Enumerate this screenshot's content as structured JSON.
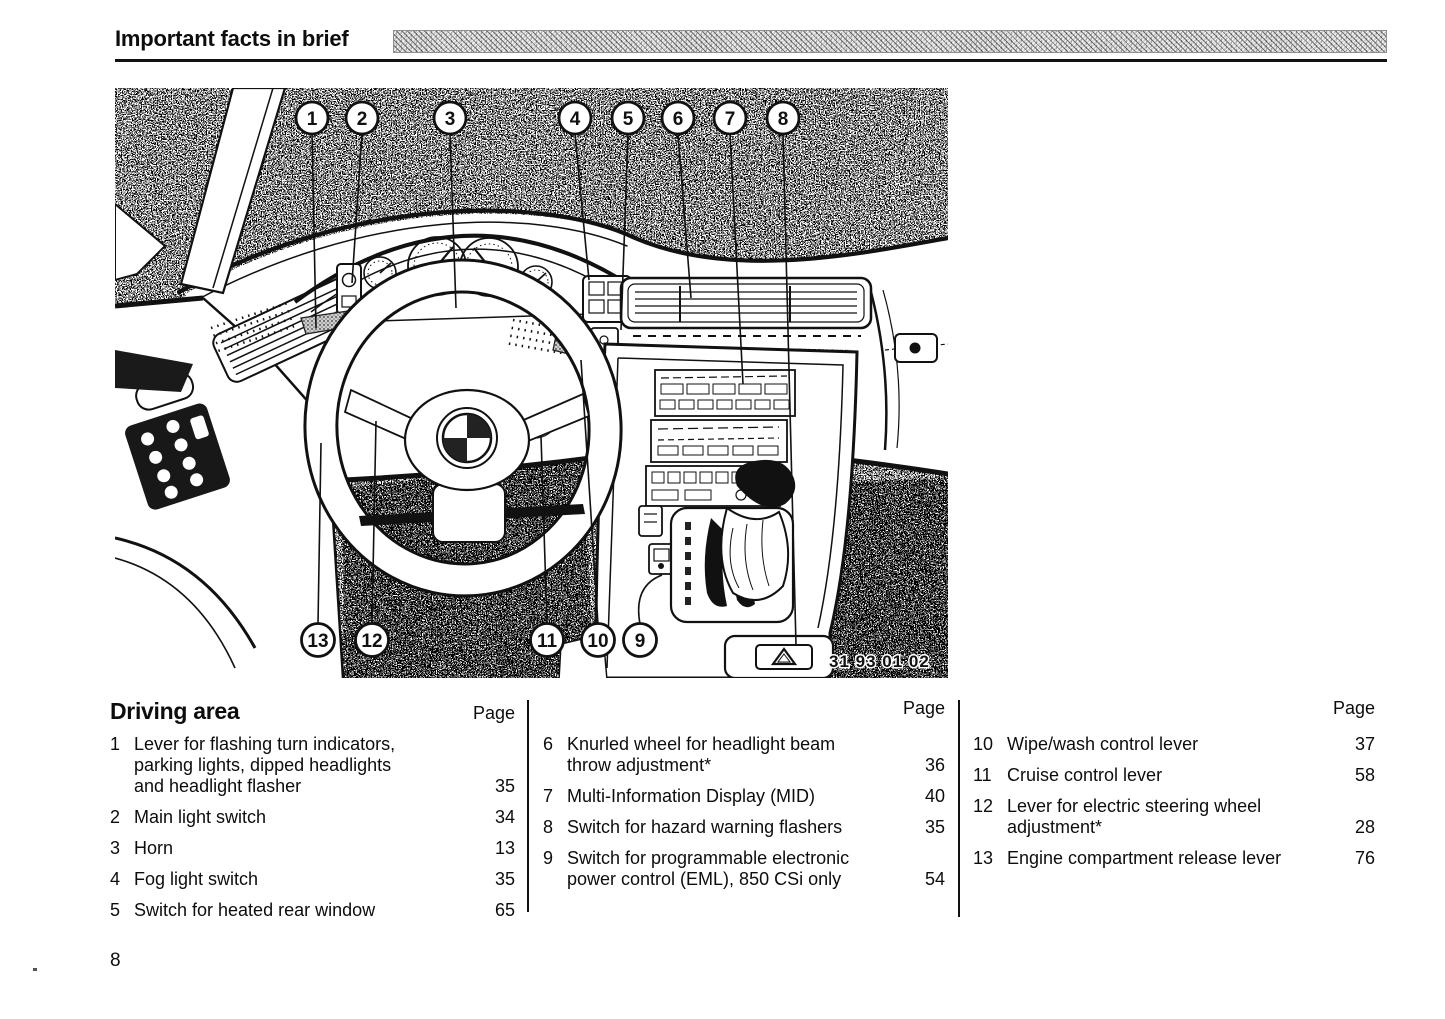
{
  "header": {
    "title": "Important facts in brief"
  },
  "figure": {
    "callouts_top": [
      "1",
      "2",
      "3",
      "4",
      "5",
      "6",
      "7",
      "8"
    ],
    "callouts_bottom": [
      "13",
      "12",
      "11",
      "10",
      "9"
    ],
    "figure_number": "31 93 01 02"
  },
  "legend": {
    "title": "Driving area",
    "page_header": "Page",
    "columns": [
      {
        "items": [
          {
            "num": "1",
            "label": "Lever for flashing turn indicators,\nparking lights, dipped headlights\nand headlight flasher",
            "page": "35"
          },
          {
            "num": "2",
            "label": "Main light switch",
            "page": "34"
          },
          {
            "num": "3",
            "label": "Horn",
            "page": "13"
          },
          {
            "num": "4",
            "label": "Fog light switch",
            "page": "35"
          },
          {
            "num": "5",
            "label": "Switch for heated rear window",
            "page": "65"
          }
        ]
      },
      {
        "items": [
          {
            "num": "6",
            "label": "Knurled wheel for headlight beam\nthrow adjustment*",
            "page": "36"
          },
          {
            "num": "7",
            "label": "Multi-Information Display (MID)",
            "page": "40"
          },
          {
            "num": "8",
            "label": "Switch for hazard warning flashers",
            "page": "35"
          },
          {
            "num": "9",
            "label": "Switch for programmable electronic\npower control (EML), 850 CSi only",
            "page": "54"
          }
        ]
      },
      {
        "items": [
          {
            "num": "10",
            "label": "Wipe/wash control lever",
            "page": "37"
          },
          {
            "num": "11",
            "label": "Cruise control lever",
            "page": "58"
          },
          {
            "num": "12",
            "label": "Lever for electric steering wheel\nadjustment*",
            "page": "28"
          },
          {
            "num": "13",
            "label": "Engine compartment release lever",
            "page": "76"
          }
        ]
      }
    ]
  },
  "footer": {
    "page_number": "8"
  },
  "colors": {
    "ink": "#111111",
    "paper": "#ffffff",
    "hatch_gray": "#b9b9b9"
  }
}
